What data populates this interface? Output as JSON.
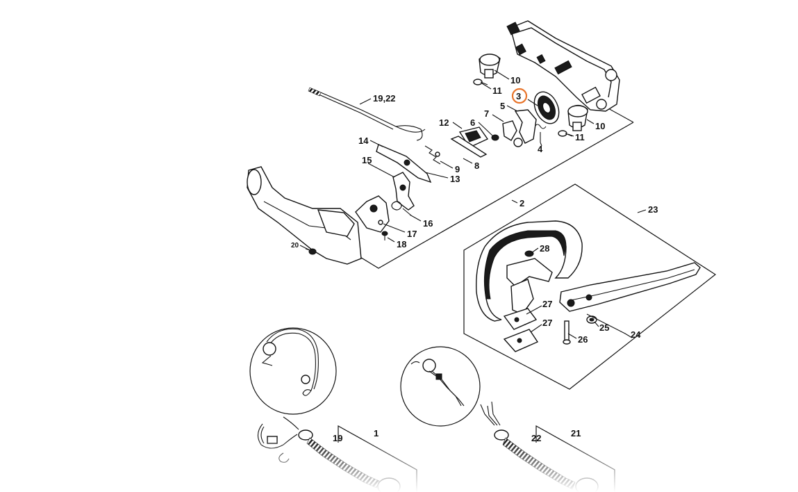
{
  "diagram": {
    "highlight_color": "#e8742a",
    "highlighted_part": "3",
    "callouts": {
      "p1": "1",
      "p2": "2",
      "p3": "3",
      "p4": "4",
      "p5": "5",
      "p6": "6",
      "p7": "7",
      "p8": "8",
      "p9": "9",
      "p10a": "10",
      "p10b": "10",
      "p11a": "11",
      "p11b": "11",
      "p12": "12",
      "p13": "13",
      "p14": "14",
      "p15": "15",
      "p16": "16",
      "p17": "17",
      "p18": "18",
      "p19": "19",
      "p19_22": "19,22",
      "p20": "20",
      "p21": "21",
      "p22": "22",
      "p23": "23",
      "p24": "24",
      "p25": "25",
      "p26": "26",
      "p27a": "27",
      "p27b": "27",
      "p28": "28"
    }
  }
}
